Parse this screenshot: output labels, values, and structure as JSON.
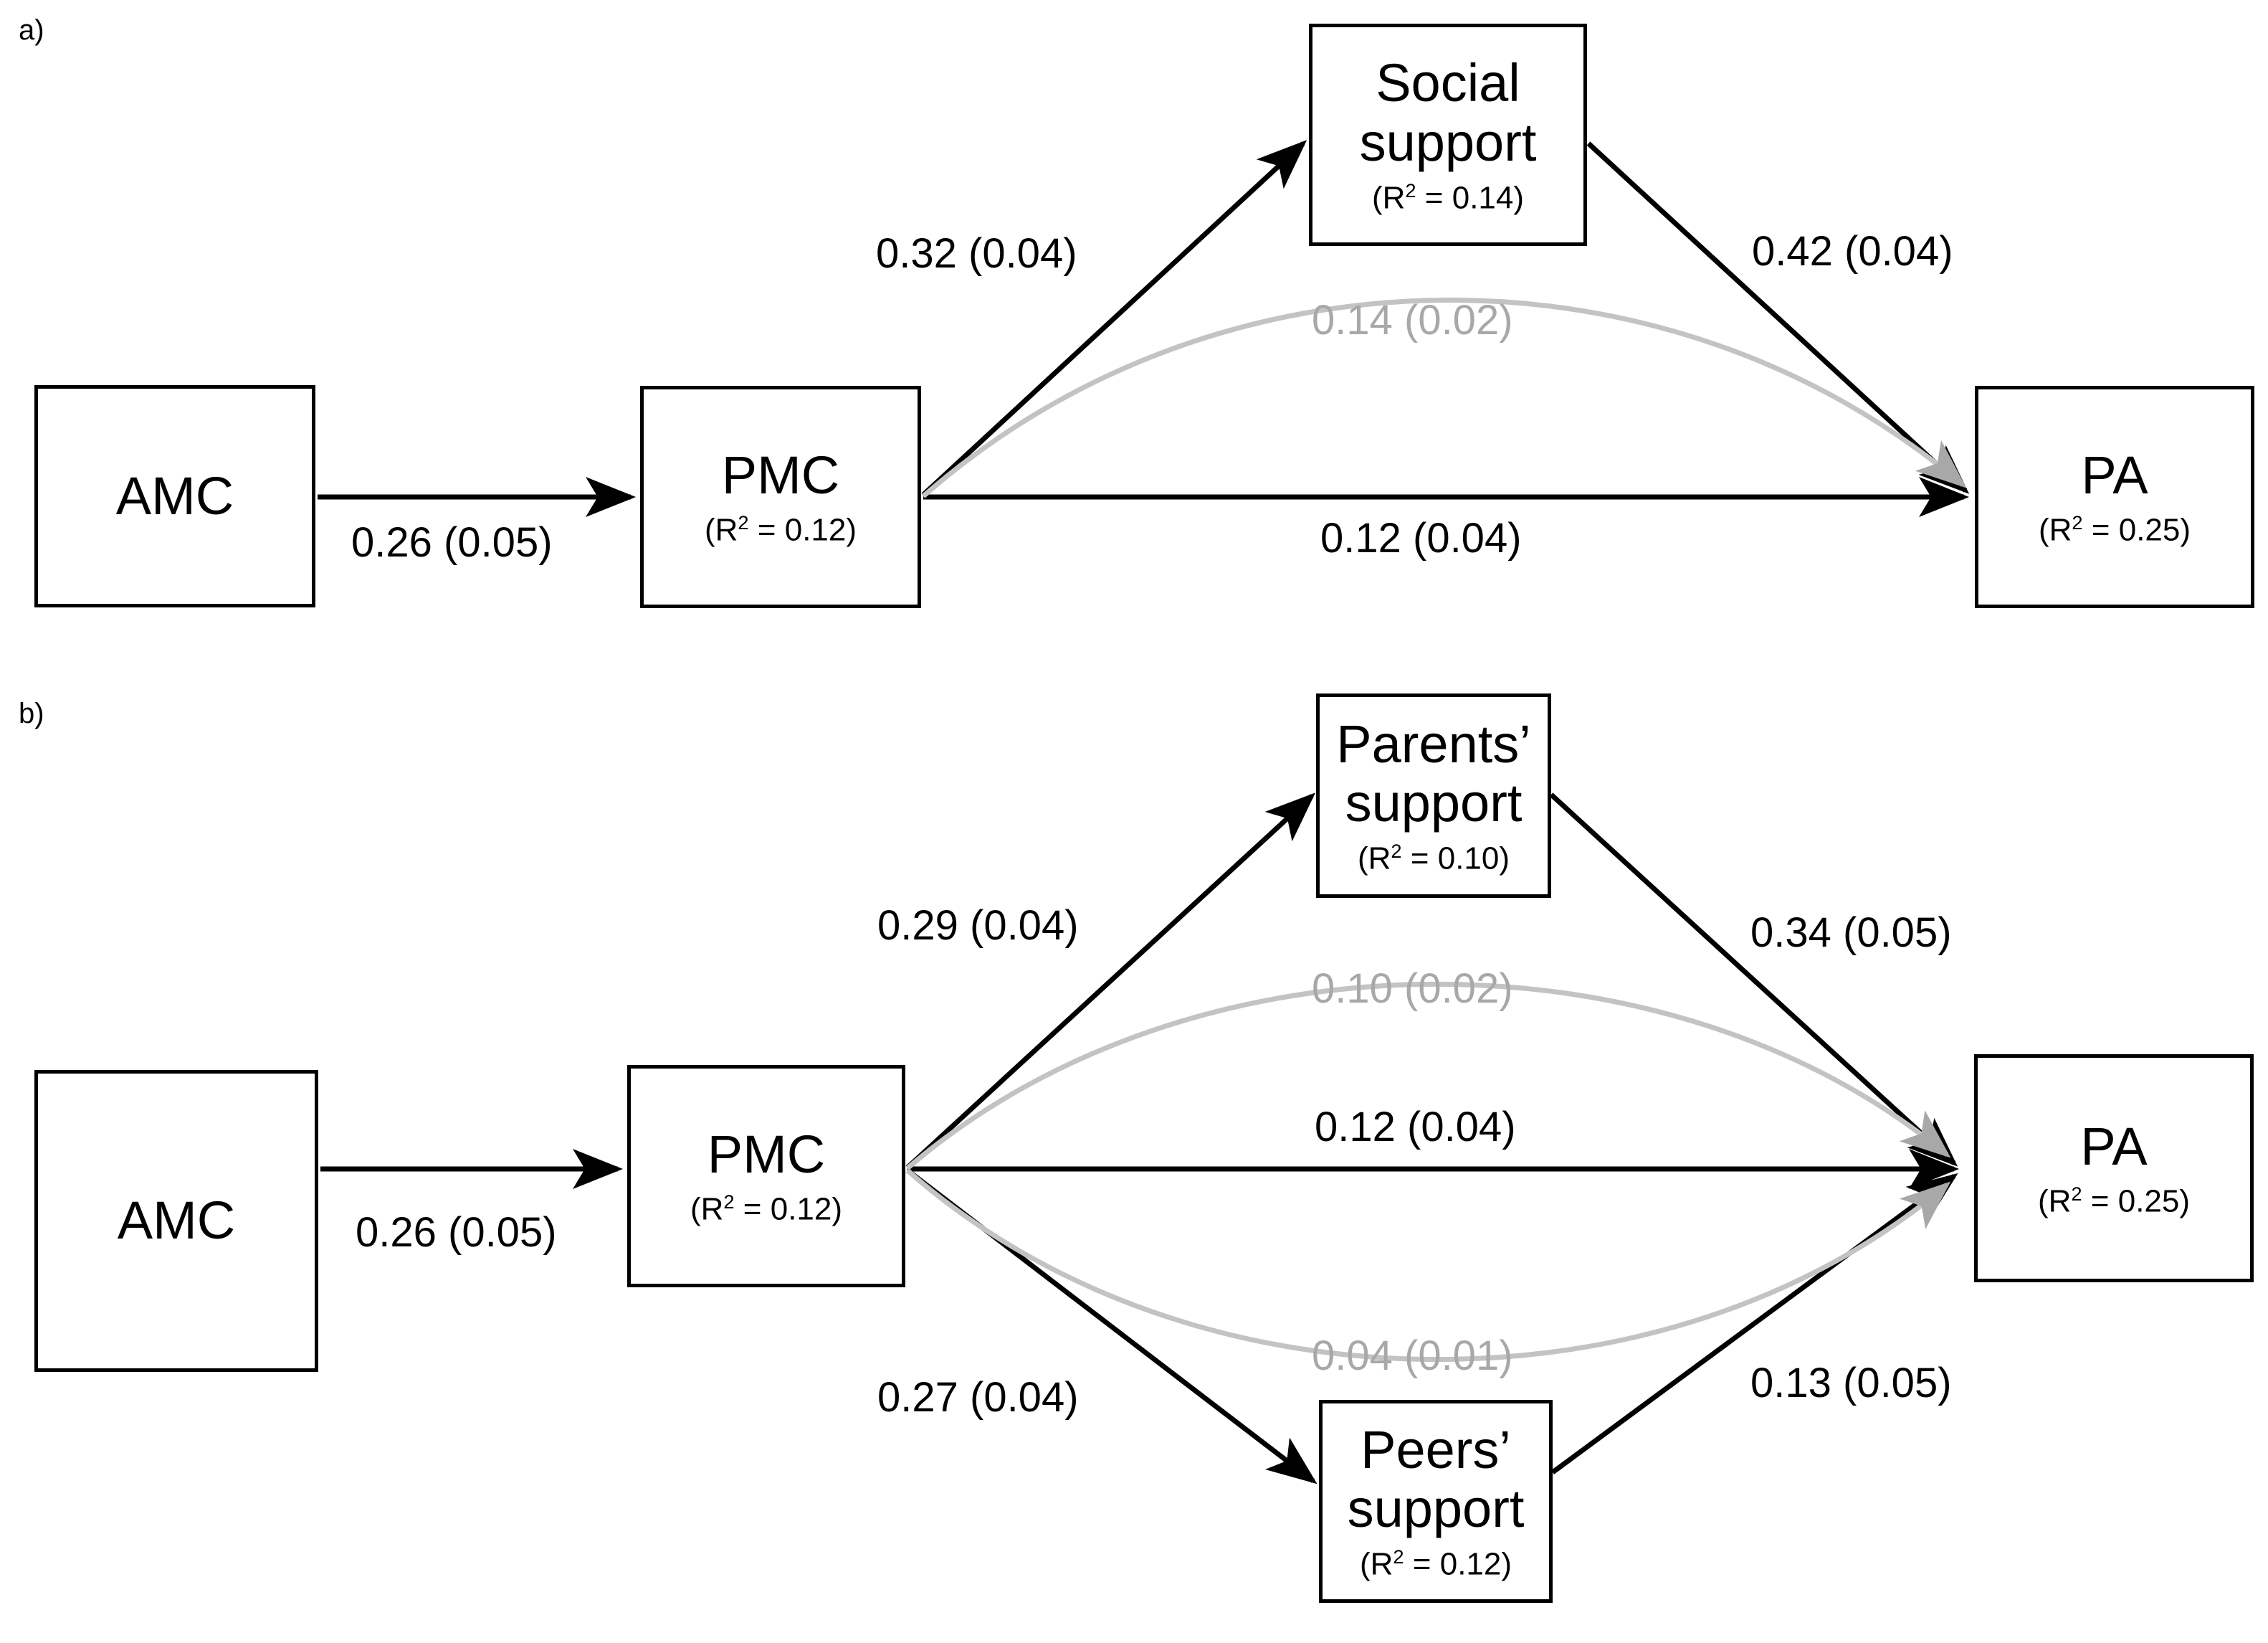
{
  "figure": {
    "panels": [
      {
        "id": "a",
        "label": "a)",
        "nodes": [
          {
            "id": "amc",
            "title": "AMC",
            "r2": null
          },
          {
            "id": "pmc",
            "title": "PMC",
            "r2": "(R2 = 0.12)",
            "r2_prefix": "(R",
            "r2_sup": "2",
            "r2_suffix": " = 0.12)"
          },
          {
            "id": "social",
            "title": "Social\nsupport",
            "r2": "(R2 = 0.14)",
            "r2_prefix": "(R",
            "r2_sup": "2",
            "r2_suffix": " = 0.14)"
          },
          {
            "id": "pa",
            "title": "PA",
            "r2": "(R2 = 0.25)",
            "r2_prefix": "(R",
            "r2_sup": "2",
            "r2_suffix": " = 0.25)"
          }
        ],
        "edges": [
          {
            "from": "amc",
            "to": "pmc",
            "label": "0.26 (0.05)",
            "style": "direct"
          },
          {
            "from": "pmc",
            "to": "social",
            "label": "0.32 (0.04)",
            "style": "direct"
          },
          {
            "from": "social",
            "to": "pa",
            "label": "0.42 (0.04)",
            "style": "direct"
          },
          {
            "from": "pmc",
            "to": "pa",
            "label": "0.12 (0.04)",
            "style": "direct"
          },
          {
            "from": "pmc",
            "to": "pa",
            "label": "0.14 (0.02)",
            "style": "indirect"
          }
        ]
      },
      {
        "id": "b",
        "label": "b)",
        "nodes": [
          {
            "id": "amc",
            "title": "AMC",
            "r2": null
          },
          {
            "id": "pmc",
            "title": "PMC",
            "r2": "(R2 = 0.12)",
            "r2_prefix": "(R",
            "r2_sup": "2",
            "r2_suffix": " = 0.12)"
          },
          {
            "id": "parents",
            "title": "Parents’\nsupport",
            "r2": "(R2 = 0.10)",
            "r2_prefix": "(R",
            "r2_sup": "2",
            "r2_suffix": " = 0.10)"
          },
          {
            "id": "peers",
            "title": "Peers’\nsupport",
            "r2": "(R2 = 0.12)",
            "r2_prefix": "(R",
            "r2_sup": "2",
            "r2_suffix": " = 0.12)"
          },
          {
            "id": "pa",
            "title": "PA",
            "r2": "(R2 = 0.25)",
            "r2_prefix": "(R",
            "r2_sup": "2",
            "r2_suffix": " = 0.25)"
          }
        ],
        "edges": [
          {
            "from": "amc",
            "to": "pmc",
            "label": "0.26 (0.05)",
            "style": "direct"
          },
          {
            "from": "pmc",
            "to": "parents",
            "label": "0.29 (0.04)",
            "style": "direct"
          },
          {
            "from": "parents",
            "to": "pa",
            "label": "0.34 (0.05)",
            "style": "direct"
          },
          {
            "from": "pmc",
            "to": "pa",
            "label": "0.12 (0.04)",
            "style": "direct"
          },
          {
            "from": "pmc",
            "to": "peers",
            "label": "0.27 (0.04)",
            "style": "direct"
          },
          {
            "from": "peers",
            "to": "pa",
            "label": "0.13 (0.05)",
            "style": "direct"
          },
          {
            "from": "pmc",
            "to": "pa",
            "label": "0.10 (0.02)",
            "style": "indirect"
          },
          {
            "from": "pmc",
            "to": "pa",
            "label": "0.04 (0.01)",
            "style": "indirect"
          }
        ]
      }
    ]
  },
  "colors": {
    "direct": "#000000",
    "indirect": "#a8a8a8",
    "box_border": "#000000",
    "background": "#ffffff"
  },
  "text": {
    "a": {
      "panel_label": "a)",
      "amc_title": "AMC",
      "pmc_title": "PMC",
      "pmc_r2_prefix": "(R",
      "pmc_r2_sup": "2",
      "pmc_r2_suffix": " = 0.12)",
      "social_title": "Social\nsupport",
      "social_r2_prefix": "(R",
      "social_r2_sup": "2",
      "social_r2_suffix": " = 0.14)",
      "pa_title": "PA",
      "pa_r2_prefix": "(R",
      "pa_r2_sup": "2",
      "pa_r2_suffix": " = 0.25)",
      "lbl_amc_pmc": "0.26 (0.05)",
      "lbl_pmc_social": "0.32 (0.04)",
      "lbl_social_pa": "0.42 (0.04)",
      "lbl_pmc_pa": "0.12 (0.04)",
      "lbl_indirect": "0.14 (0.02)"
    },
    "b": {
      "panel_label": "b)",
      "amc_title": "AMC",
      "pmc_title": "PMC",
      "pmc_r2_prefix": "(R",
      "pmc_r2_sup": "2",
      "pmc_r2_suffix": " = 0.12)",
      "parents_title": "Parents’\nsupport",
      "parents_r2_prefix": "(R",
      "parents_r2_sup": "2",
      "parents_r2_suffix": " = 0.10)",
      "peers_title": "Peers’\nsupport",
      "peers_r2_prefix": "(R",
      "peers_r2_sup": "2",
      "peers_r2_suffix": " = 0.12)",
      "pa_title": "PA",
      "pa_r2_prefix": "(R",
      "pa_r2_sup": "2",
      "pa_r2_suffix": " = 0.25)",
      "lbl_amc_pmc": "0.26 (0.05)",
      "lbl_pmc_parents": "0.29 (0.04)",
      "lbl_parents_pa": "0.34 (0.05)",
      "lbl_pmc_pa": "0.12 (0.04)",
      "lbl_pmc_peers": "0.27 (0.04)",
      "lbl_peers_pa": "0.13 (0.05)",
      "lbl_indirect_top": "0.10 (0.02)",
      "lbl_indirect_bottom": "0.04 (0.01)"
    }
  }
}
